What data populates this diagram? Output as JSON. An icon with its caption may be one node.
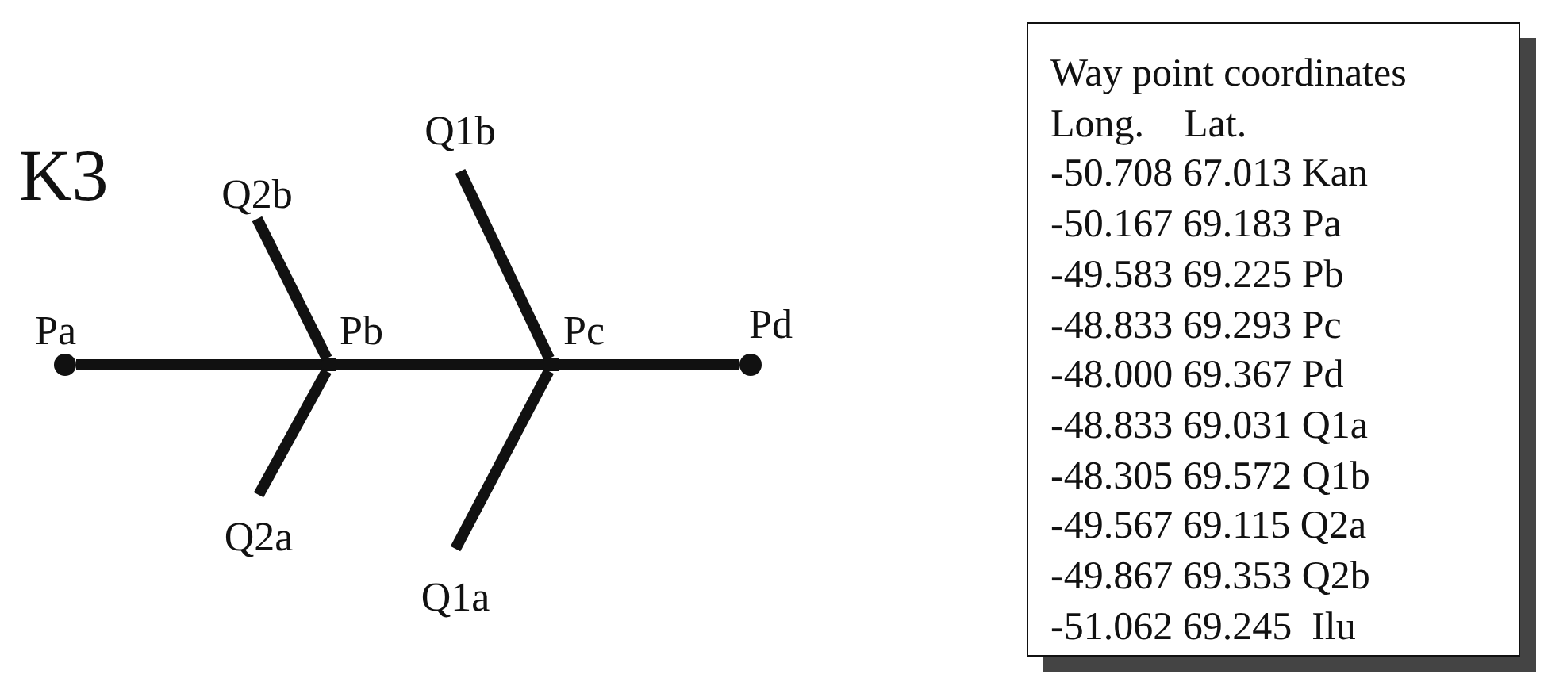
{
  "diagram": {
    "nodes": [
      {
        "text": [
          "Q1b"
        ]
      },
      {
        "text": [
          "Q2b"
        ]
      },
      {
        "text": [],
        "shape": "circle",
        "beside": [
          "Pa"
        ]
      },
      {
        "text": [],
        "shape": "point",
        "beside": [
          "Pb"
        ]
      },
      {
        "text": [],
        "shape": "point",
        "beside": [
          "Pc"
        ]
      },
      {
        "text": [],
        "shape": "circle",
        "beside": [
          "Pd"
        ]
      },
      {
        "text": [
          "Q2a"
        ]
      },
      {
        "text": [
          "Q1a"
        ]
      },
      {
        "text": [
          "Way point coordinates",
          "Long.    Lat.",
          "-50.708 67.013 Kan",
          "-50.167 69.183 Pa",
          "-49.583 69.225 Pb",
          "-48.833 69.293 Pc",
          "-48.000 69.367 Pd",
          "-48.833 69.031 Q1a",
          "-48.305 69.572 Q1b",
          "-49.567 69.115 Q2a",
          "-49.867 69.353 Q2b",
          "-51.062 69.245  Ilu"
        ]
      }
    ],
    "edges": [
      {
        "from": 2,
        "to": 3,
        "arrow": "none"
      },
      {
        "from": 3,
        "to": 4,
        "arrow": "none"
      },
      {
        "from": 4,
        "to": 5,
        "arrow": "none"
      },
      {
        "from": 1,
        "to": 3,
        "arrow": "none"
      },
      {
        "from": 3,
        "to": 6,
        "arrow": "none"
      },
      {
        "from": 0,
        "to": 4,
        "arrow": "none"
      },
      {
        "from": 4,
        "to": 7,
        "arrow": "none"
      }
    ],
    "labels": [
      "K3"
    ]
  }
}
